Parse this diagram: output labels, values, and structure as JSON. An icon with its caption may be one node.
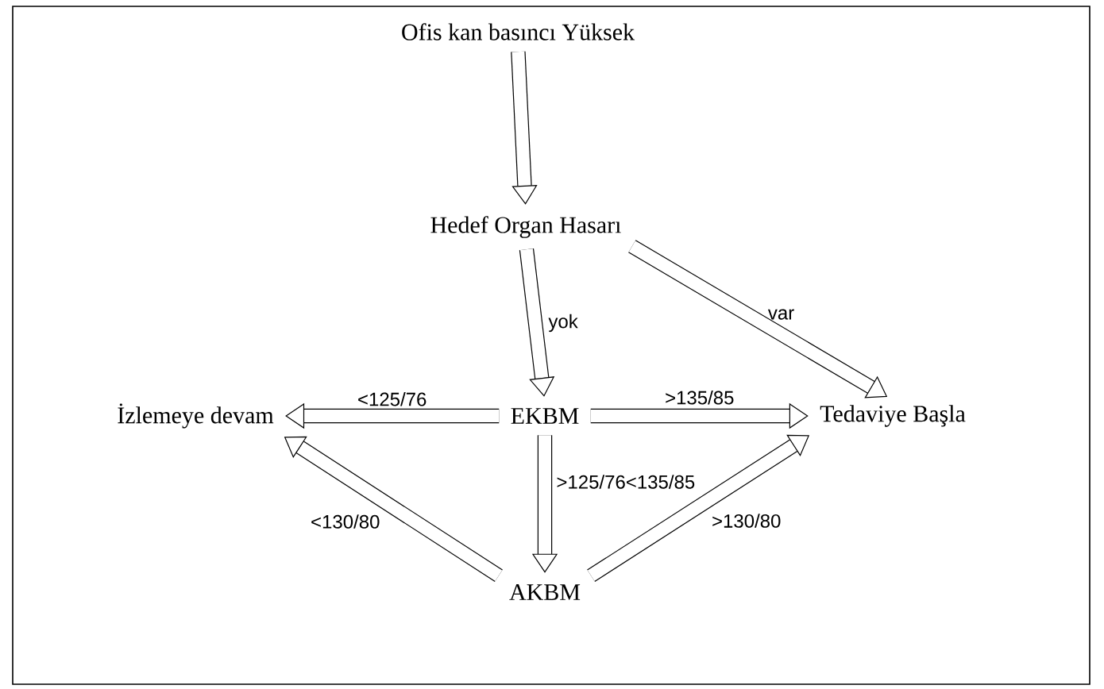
{
  "diagram": {
    "nodes": [
      {
        "text": [
          "Ofis kan basıncı Yüksek"
        ]
      },
      {
        "text": [
          "Hedef Organ Hasarı"
        ]
      },
      {
        "text": [
          "İzlemeye devam"
        ]
      },
      {
        "text": [
          "EKBM"
        ]
      },
      {
        "text": [
          "Tedaviye Başla"
        ]
      },
      {
        "text": [
          "AKBM"
        ]
      }
    ],
    "edges": [
      {
        "from": 0,
        "to": 1,
        "arrow": "to"
      },
      {
        "from": 1,
        "to": 3,
        "arrow": "to",
        "label": "yok"
      },
      {
        "from": 1,
        "to": 4,
        "arrow": "to",
        "label": "var"
      },
      {
        "from": 3,
        "to": 2,
        "arrow": "to",
        "label": "<125/76"
      },
      {
        "from": 3,
        "to": 4,
        "arrow": "to",
        "label": ">135/85"
      },
      {
        "from": 3,
        "to": 5,
        "arrow": "to",
        "label": ">125/76<135/85"
      },
      {
        "from": 5,
        "to": 2,
        "arrow": "to",
        "label": "<130/80"
      },
      {
        "from": 5,
        "to": 4,
        "arrow": "to",
        "label": ">130/80"
      }
    ]
  }
}
